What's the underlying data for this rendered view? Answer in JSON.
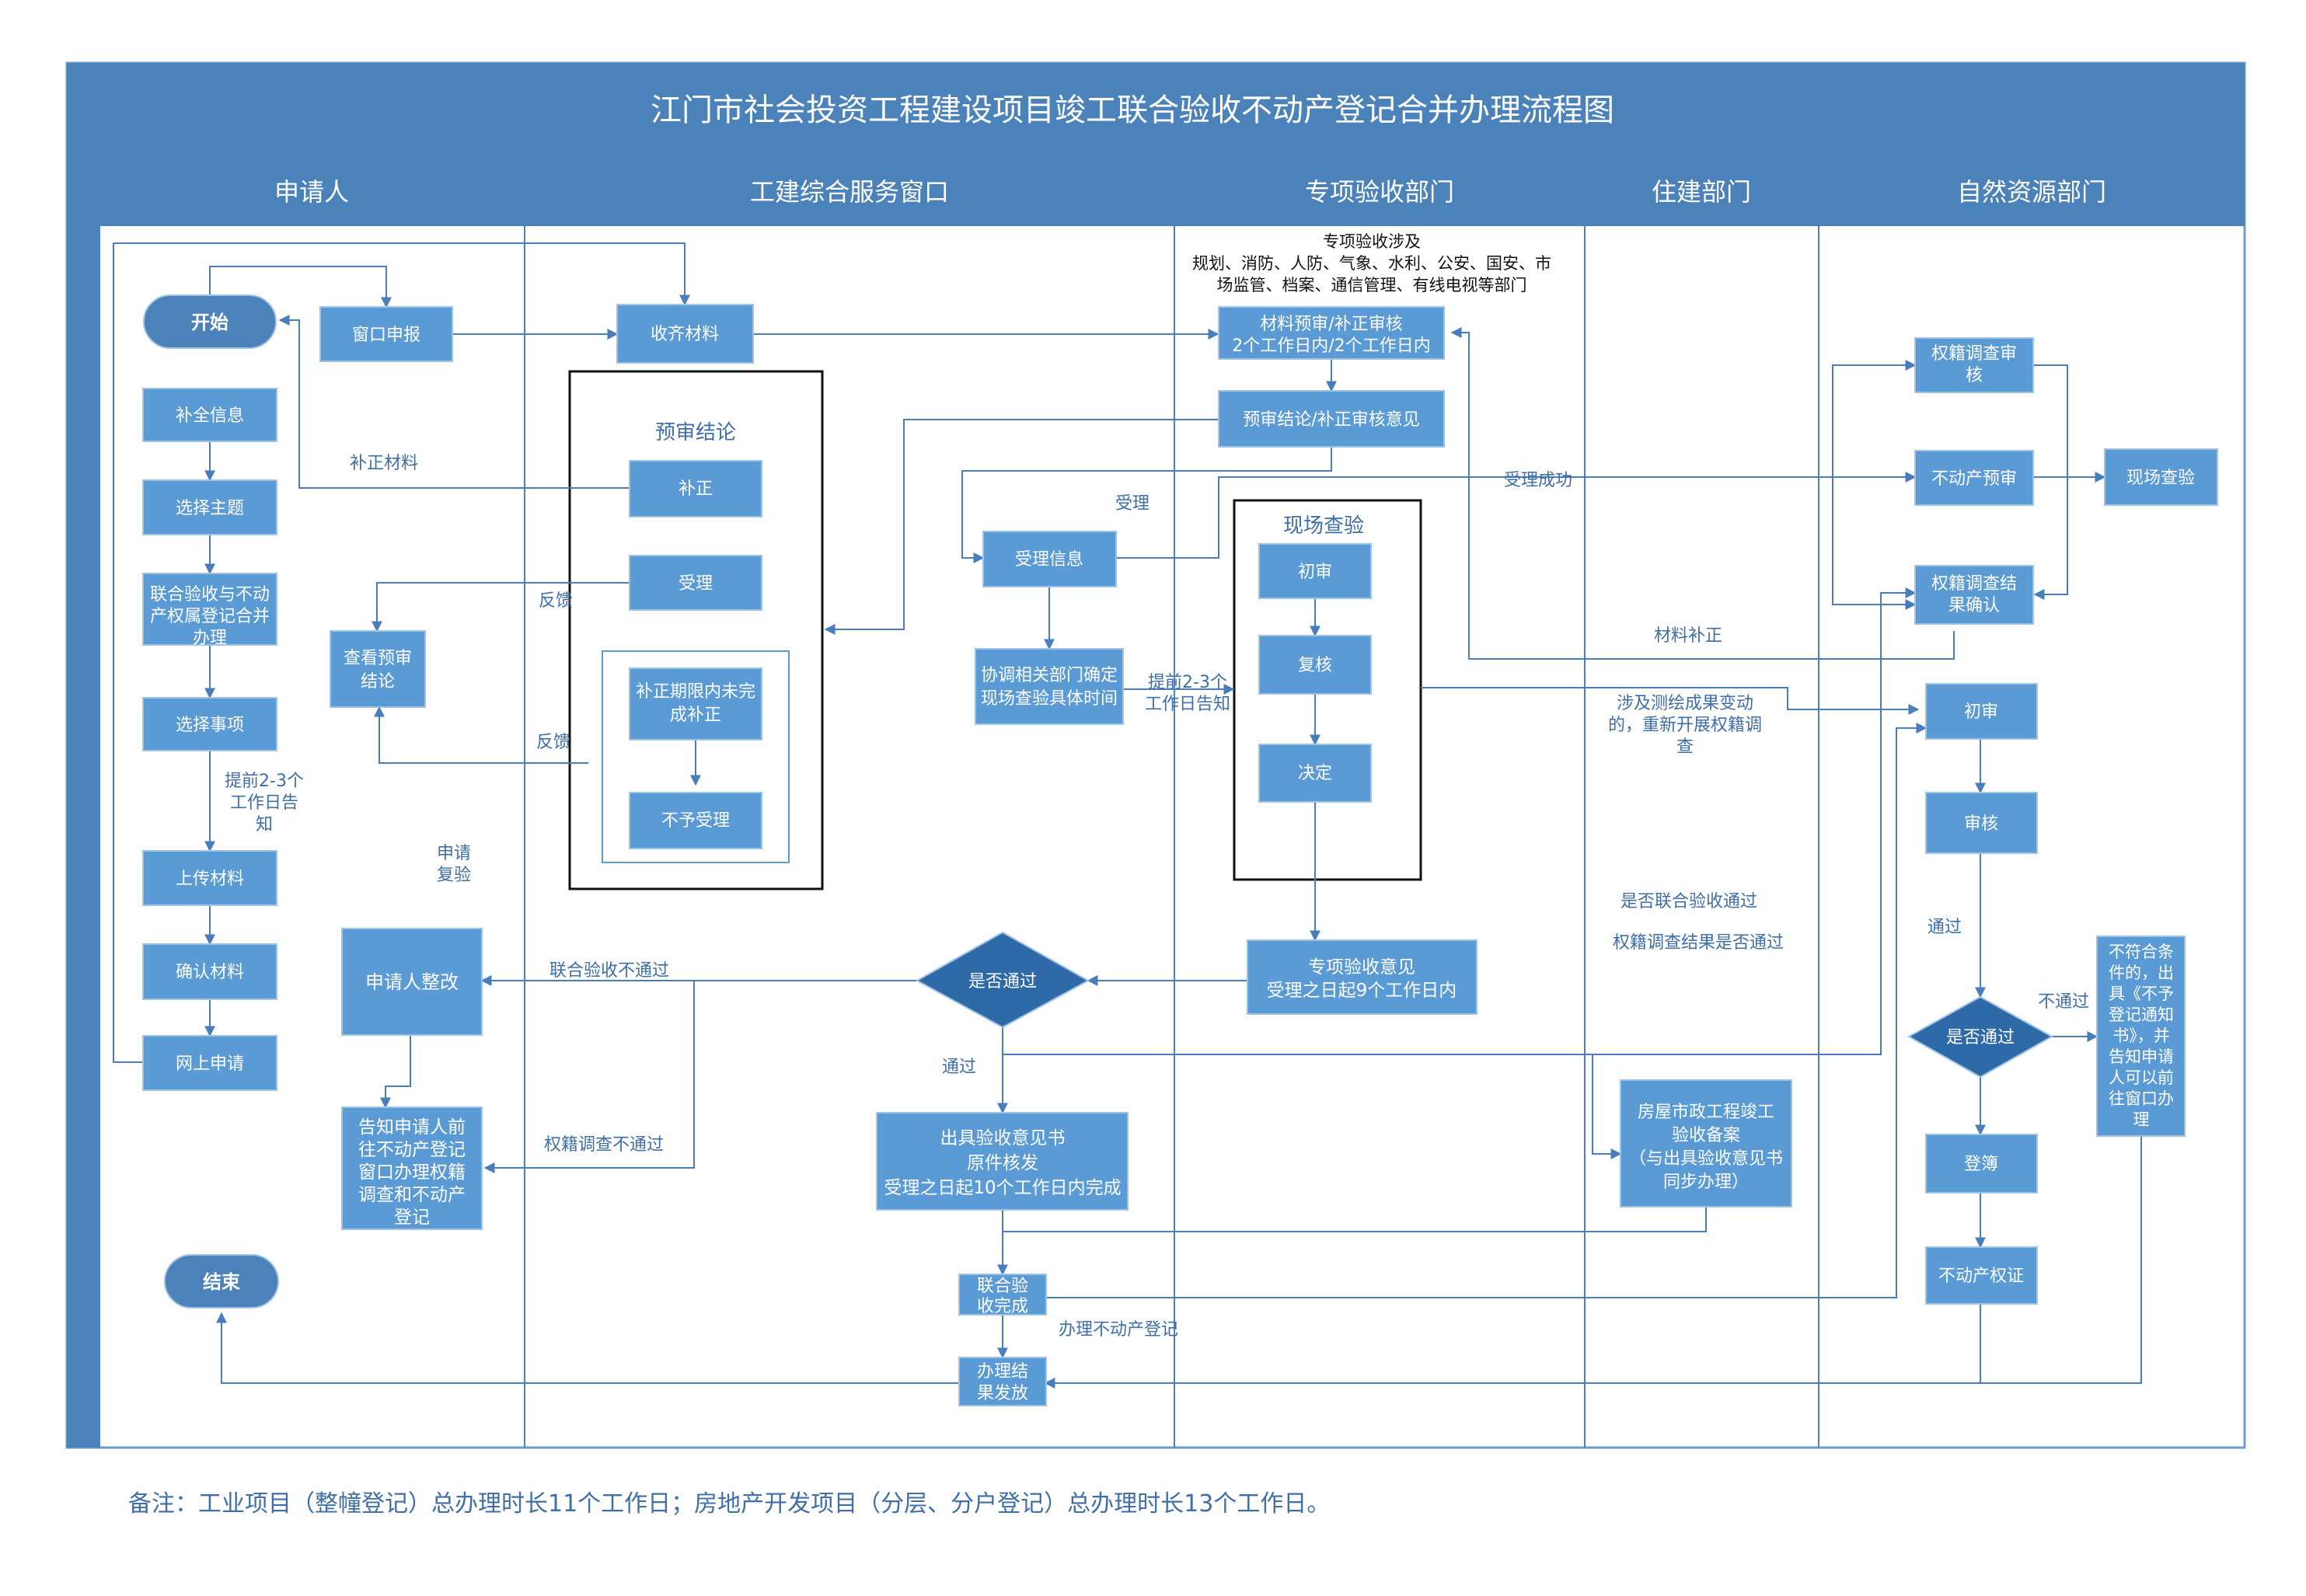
{
  "title": "江门市社会投资工程建设项目竣工联合验收不动产登记合并办理流程图",
  "lanes": [
    "申请人",
    "工建综合服务窗口",
    "专项验收部门",
    "住建部门",
    "自然资源部门"
  ],
  "colors": {
    "header": "#4c82ba",
    "box": "#5b9bd5",
    "box_border": "#9fc3e6",
    "line": "#4a7ebb",
    "label": "#3f6ea8",
    "frame": "#111111"
  },
  "nodes": {
    "start": "开始",
    "window_apply": "窗口申报",
    "fill_info": "补全信息",
    "choose_theme": [
      "选择主题"
    ],
    "joint_reg": [
      "联合验收与不动",
      "产权属登记合并",
      "办理"
    ],
    "choose_item": [
      "选择事项"
    ],
    "upload": [
      "上传材料"
    ],
    "confirm": [
      "确认材料"
    ],
    "online_apply": [
      "网上申请"
    ],
    "collect": [
      "收齐材料"
    ],
    "prereview_title": "预审结论",
    "supplement": [
      "补正"
    ],
    "accept": [
      "受理"
    ],
    "overdue": [
      "补正期限内未完",
      "成补正"
    ],
    "reject": [
      "不予受理"
    ],
    "view_prereview": [
      "查看预审",
      "结论"
    ],
    "applicant_fix": [
      "申请人整改"
    ],
    "notify": [
      "告知申请人前",
      "往不动产登记",
      "窗口办理权籍",
      "调查和不动产",
      "登记"
    ],
    "end": "结束",
    "dept_note": [
      "专项验收涉及",
      "规划、消防、人防、气象、水利、公安、国安、市",
      "场监管、档案、通信管理、有线电视等部门"
    ],
    "material_review": [
      "材料预审/补正审核",
      "2个工作日内/2个工作日内"
    ],
    "prereview_opinion": [
      "预审结论/补正审核意见"
    ],
    "accept_info": [
      "受理信息"
    ],
    "coord": [
      "协调相关部门确定",
      "现场查验具体时间"
    ],
    "site_title": "现场查验",
    "first_review": [
      "初审"
    ],
    "recheck": [
      "复核"
    ],
    "decide": [
      "决定"
    ],
    "special_opinion": [
      "专项验收意见",
      "受理之日起9个工作日内"
    ],
    "pass_q": "是否通过",
    "issue": [
      "出具验收意见书",
      "原件核发",
      "受理之日起10个工作日内完成"
    ],
    "joint_done": [
      "联合验",
      "收完成"
    ],
    "result": [
      "办理结",
      "果发放"
    ],
    "housing": [
      "房屋市政工程竣工",
      "验收备案",
      "（与出具验收意见书",
      "同步办理）"
    ],
    "cadastral_review": [
      "权籍调查审",
      "核"
    ],
    "property_pre": [
      "不动产预审"
    ],
    "site_check": [
      "现场查验"
    ],
    "cadastral_confirm": [
      "权籍调查结",
      "果确认"
    ],
    "nr_first": [
      "初审"
    ],
    "nr_review": [
      "审核"
    ],
    "nr_pass_q": "是否通过",
    "register": [
      "登簿"
    ],
    "certificate": [
      "不动产权证"
    ],
    "not_meet": [
      "不符合条",
      "件的，出",
      "具《不予",
      "登记通知",
      "书》，并",
      "告知申请",
      "人可以前",
      "往窗口办",
      "理"
    ]
  },
  "labels": {
    "buchong_cailiao": "补正材料",
    "feedback1": "反馈",
    "feedback2": "反馈",
    "advance": [
      "提前2-3个",
      "工作日告",
      "知"
    ],
    "apply_recheck": [
      "申请",
      "复验"
    ],
    "shouli": "受理",
    "shouli_success": "受理成功",
    "advance2": [
      "提前2-3个",
      "工作日告知"
    ],
    "cailiao_buzheng": "材料补正",
    "survey_change": [
      "涉及测绘成果变动",
      "的，重新开展权籍调",
      "查"
    ],
    "joint_pass_q": "是否联合验收通过",
    "cadastral_pass_q": "权籍调查结果是否通过",
    "joint_fail": "联合验收不通过",
    "cadastral_fail": "权籍调查不通过",
    "pass1": "通过",
    "pass2": "通过",
    "fail": "不通过",
    "do_register": "办理不动产登记"
  },
  "footnote": "备注：工业项目（整幢登记）总办理时长11个工作日；房地产开发项目（分层、分户登记）总办理时长13个工作日。"
}
